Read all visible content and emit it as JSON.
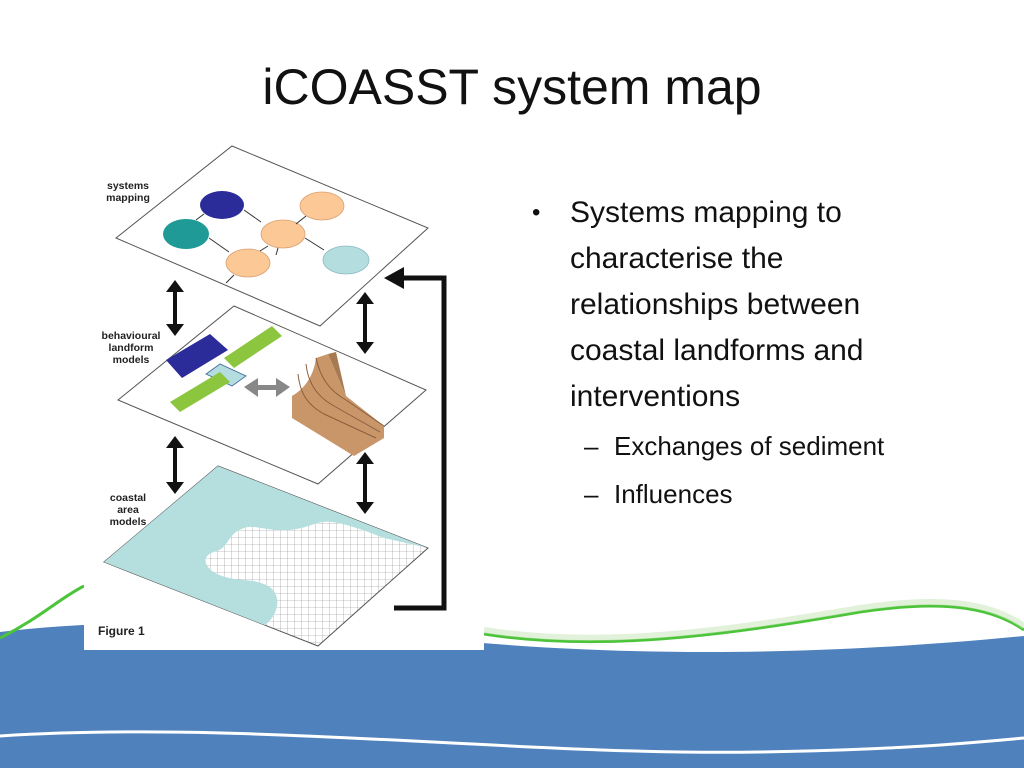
{
  "slide": {
    "title": "iCOASST system map"
  },
  "figure": {
    "layer_labels": [
      "systems\nmapping",
      "behavioural\nlandform\nmodels",
      "coastal\narea\nmodels"
    ],
    "caption": "Figure 1",
    "colors": {
      "node_dark_blue": "#2b2b9a",
      "node_teal": "#1f9a96",
      "node_peach": "#fcc896",
      "node_light_blue": "#b4dde0",
      "strip_green": "#8cc63f",
      "landform_brown": "#c9966a",
      "sea_blue": "#b5dede",
      "grid_line": "#888888"
    }
  },
  "content": {
    "bullet": "Systems mapping to characterise the relationships between coastal landforms and interventions",
    "sub_bullets": [
      "Exchanges of sediment",
      "Influences"
    ]
  },
  "theme": {
    "wave_blue": "#4f81bd",
    "wave_green": "#4cc43a"
  }
}
